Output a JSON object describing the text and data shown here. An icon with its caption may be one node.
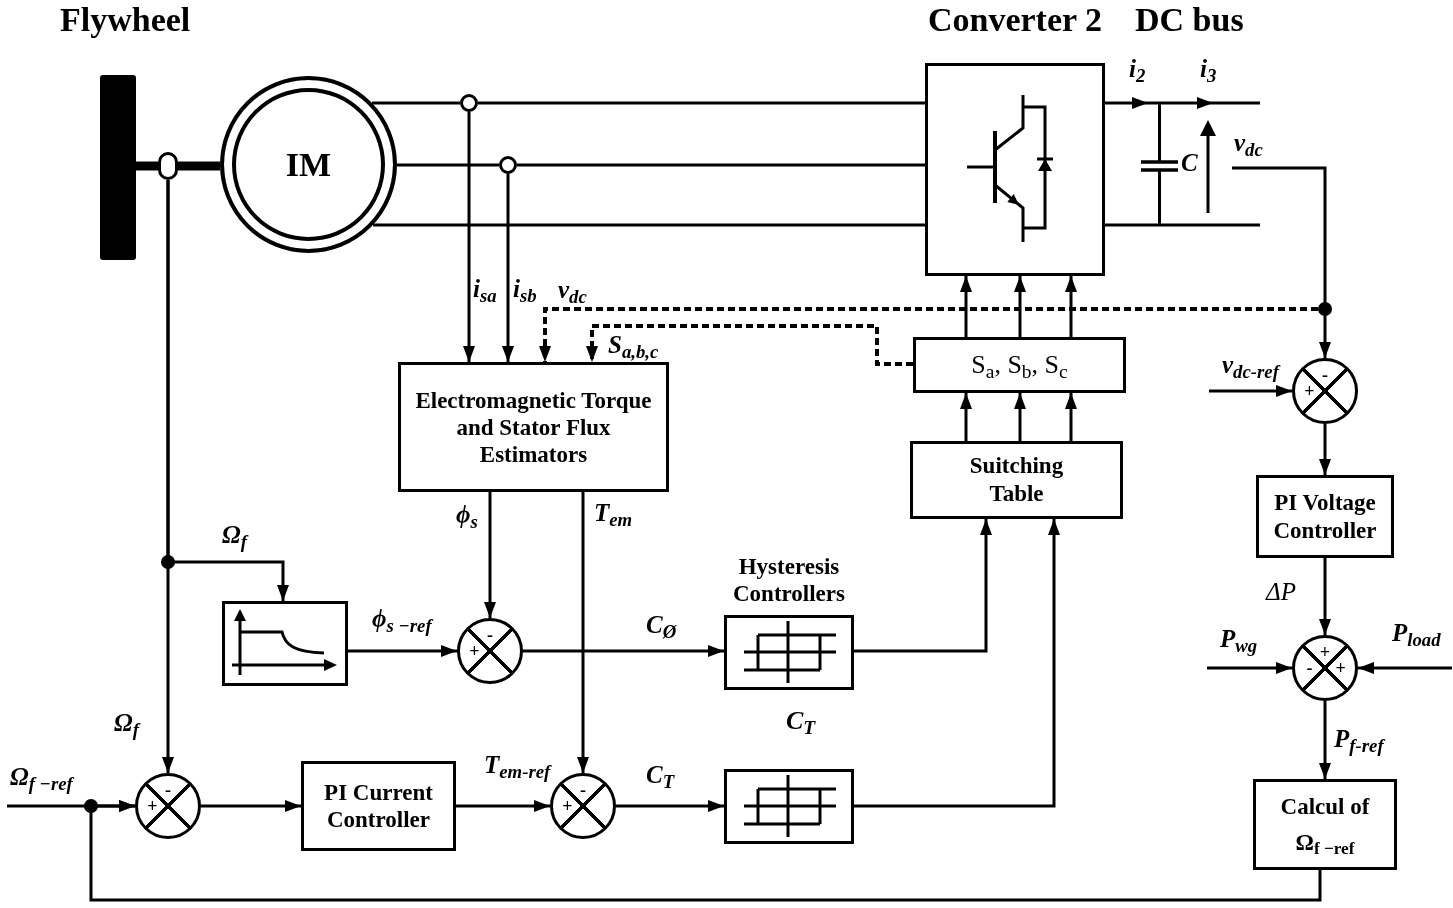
{
  "diagram": {
    "nodes": [
      {
        "text": [],
        "shape": "bar"
      },
      {
        "text": [],
        "shape": "circle"
      },
      {
        "text": [
          "IM"
        ]
      },
      {
        "text": [],
        "shape": "circle"
      },
      {
        "text": [],
        "shape": "circle"
      },
      {
        "text": [
          "Converter 2"
        ]
      },
      {
        "text": [
          "Electromagnetic Torque and Stator Flux Estimators"
        ]
      },
      {
        "text": [
          "S$_{a}$, S$_{b}$, S$_{c}$"
        ]
      },
      {
        "text": [
          "-",
          "+"
        ]
      },
      {
        "text": [
          "Suitching Table"
        ]
      },
      {
        "text": [
          "PI Voltage Controller"
        ]
      },
      {
        "text": [],
        "shape": "box"
      },
      {
        "text": [
          "-",
          "+"
        ]
      },
      {
        "text": [
          "Hysteresis Controllers"
        ]
      },
      {
        "text": [
          "+",
          "-",
          "+"
        ]
      },
      {
        "text": [
          "-",
          "+"
        ]
      },
      {
        "text": [
          "PI Current Controller"
        ]
      },
      {
        "text": [
          "-",
          "+"
        ]
      },
      {
        "text": [],
        "shape": "box"
      },
      {
        "text": [
          "Calcul of Ω$_{f −ref}$"
        ]
      }
    ],
    "edges": [
      {
        "from": 0,
        "to": 1,
        "arrow": "none",
        "style": "thick"
      },
      {
        "from": 1,
        "to": 2,
        "arrow": "none",
        "style": "thick"
      },
      {
        "from": 2,
        "to": 3,
        "arrow": "none"
      },
      {
        "from": 3,
        "to": 5,
        "arrow": "none"
      },
      {
        "from": 2,
        "to": 4,
        "arrow": "none"
      },
      {
        "from": 4,
        "to": 5,
        "arrow": "none"
      },
      {
        "from": 2,
        "to": 5,
        "arrow": "none"
      },
      {
        "from": 5,
        "to": null,
        "arrow": "to",
        "label": "i$_{3}$"
      },
      {
        "from": 5,
        "to": null,
        "arrow": "none"
      },
      {
        "from": 3,
        "to": 6,
        "arrow": "to",
        "label": "i$_{sa}$"
      },
      {
        "from": 4,
        "to": 6,
        "arrow": "to",
        "label": "i$_{sb}$"
      },
      {
        "from": null,
        "to": 8,
        "arrow": "to",
        "label": "v$_{dc}$"
      },
      {
        "from": null,
        "to": 6,
        "arrow": "to",
        "label": "v$_{dc}$",
        "style": "dashed"
      },
      {
        "from": 7,
        "to": 6,
        "arrow": "to",
        "label": "S$_{a,b,c}$",
        "style": "dashed"
      },
      {
        "from": 7,
        "to": 5,
        "arrow": "to"
      },
      {
        "from": 7,
        "to": 5,
        "arrow": "to"
      },
      {
        "from": 7,
        "to": 5,
        "arrow": "to"
      },
      {
        "from": 9,
        "to": 7,
        "arrow": "to"
      },
      {
        "from": 9,
        "to": 7,
        "arrow": "to"
      },
      {
        "from": 9,
        "to": 7,
        "arrow": "to"
      },
      {
        "from": null,
        "to": 8,
        "arrow": "to",
        "label": "v$_{dc-ref}$"
      },
      {
        "from": 8,
        "to": 10,
        "arrow": "to"
      },
      {
        "from": 10,
        "to": 14,
        "arrow": "to",
        "label": "ΔP"
      },
      {
        "from": null,
        "to": 14,
        "arrow": "to",
        "label": "P$_{wg}$"
      },
      {
        "from": null,
        "to": 14,
        "arrow": "to",
        "label": "P$_{load}$"
      },
      {
        "from": 14,
        "to": 19,
        "arrow": "to",
        "label": "P$_{f-ref}$"
      },
      {
        "from": 1,
        "to": 11,
        "arrow": "to",
        "label": "Ω$_{f}$"
      },
      {
        "from": 1,
        "to": 15,
        "arrow": "to",
        "label": "Ω$_{f}$"
      },
      {
        "from": 11,
        "to": 12,
        "arrow": "to",
        "label": "ϕ$_{s −ref}$"
      },
      {
        "from": 6,
        "to": 12,
        "arrow": "to",
        "label": "ϕ$_{s}$"
      },
      {
        "from": 6,
        "to": 17,
        "arrow": "to",
        "label": "T$_{em}$"
      },
      {
        "from": 12,
        "to": 13,
        "arrow": "to",
        "label": "C$_{Ø}$"
      },
      {
        "from": 13,
        "to": 9,
        "arrow": "to"
      },
      {
        "from": null,
        "to": 15,
        "arrow": "to",
        "label": "Ω$_{f −ref}$"
      },
      {
        "from": 19,
        "to": 15,
        "arrow": "to"
      },
      {
        "from": 15,
        "to": 16,
        "arrow": "to"
      },
      {
        "from": 16,
        "to": 17,
        "arrow": "to",
        "label": "T$_{em-ref}$"
      },
      {
        "from": 17,
        "to": 18,
        "arrow": "to",
        "label": "C$_{T}$"
      },
      {
        "from": 18,
        "to": 9,
        "arrow": "to"
      }
    ],
    "labels": [
      "Flywheel",
      "DC bus",
      "i$_{2}$",
      "C",
      "C$_{T}$"
    ]
  }
}
